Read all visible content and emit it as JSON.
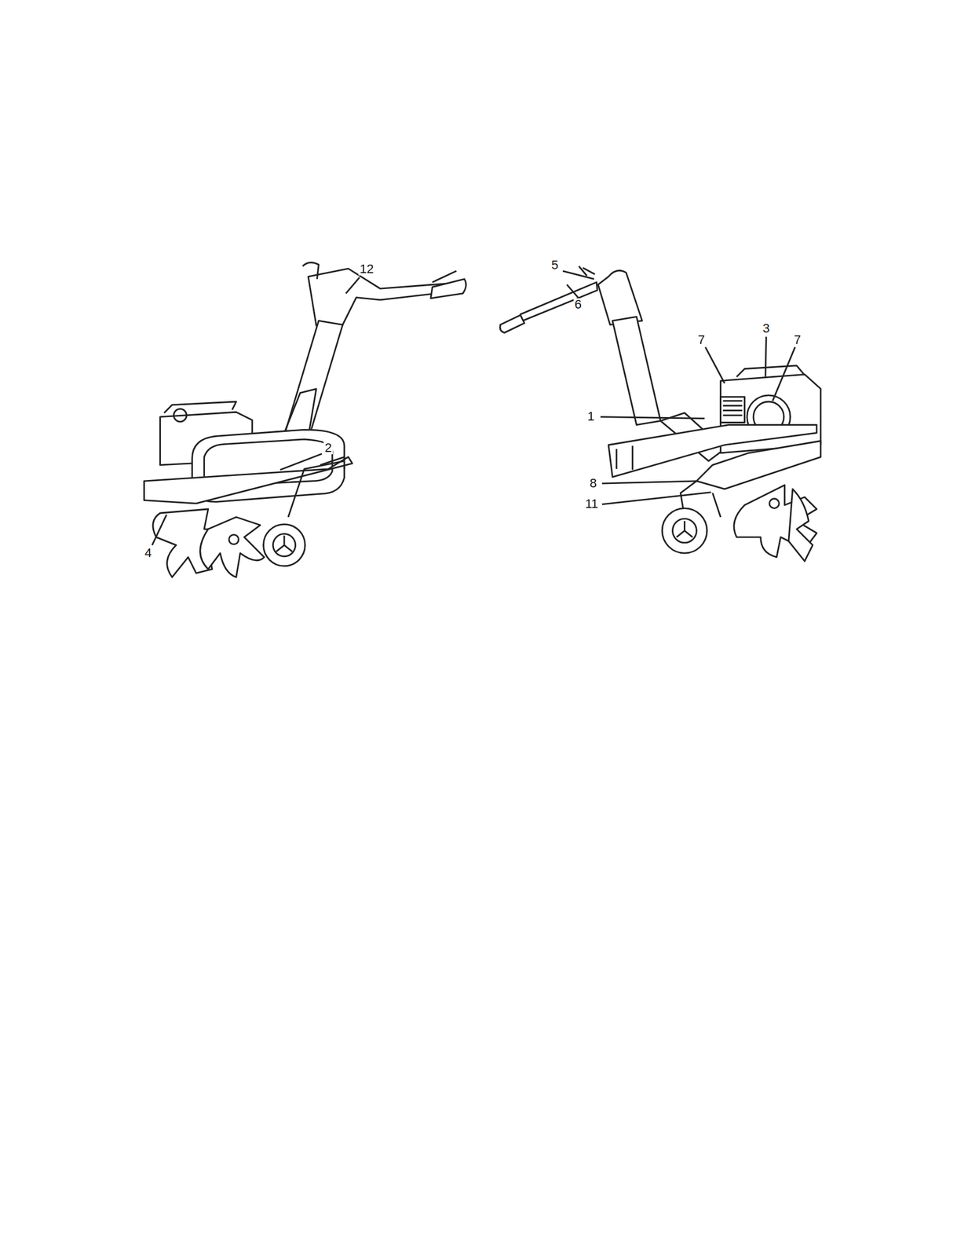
{
  "diagram": {
    "labels": [
      "12",
      "5",
      "3",
      "7",
      "7",
      "6",
      "1",
      "2",
      "8",
      "11",
      "4"
    ]
  }
}
